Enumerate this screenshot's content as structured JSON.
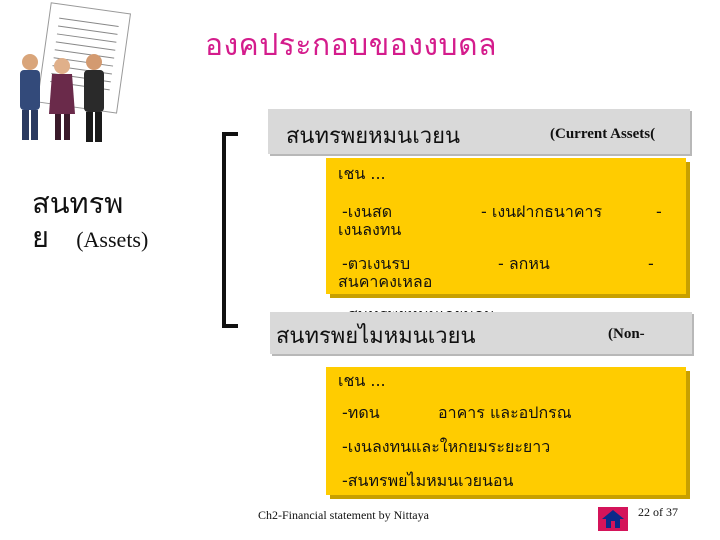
{
  "slide": {
    "title": "องคประกอบของงบดล",
    "left_label_th_1": "สนทรพ",
    "left_label_th_2": "ย",
    "left_label_en": "(Assets)"
  },
  "current_assets": {
    "header_th": "สนทรพยหมนเวยน",
    "header_en": "(Current Assets(",
    "example_label": "เชน ...",
    "item1": "-เงนสด",
    "item1_cont": "เงนลงทน",
    "item2": "- เงนฝากธนาคาร",
    "item2_dash": "-",
    "item3": "-ตวเงนรบ",
    "item3_cont": "สนคาคงเหลอ",
    "item4": "- ลกหน",
    "item4_dash": "-",
    "item5": "-สนทรพยหมนเวยนอน"
  },
  "noncurrent_assets": {
    "header_th": "สนทรพยไมหมนเวยน",
    "header_en": "(Non-",
    "example_label": "เชน ...",
    "item1": "-ทดน",
    "item1_cont": "อาคาร และอปกรณ",
    "item2": "-เงนลงทนและใหกยมระยะยาว",
    "item3": "-สนทรพยไมหมนเวยนอน"
  },
  "footer": {
    "caption": "Ch2-Financial statement by Nittaya",
    "page": "22 of 37"
  },
  "colors": {
    "title": "#d41c8c",
    "box": "#ffcc00",
    "bar": "#d9d9d9"
  },
  "icons": {
    "home": "home-icon",
    "illustration": "business-people-illustration"
  }
}
